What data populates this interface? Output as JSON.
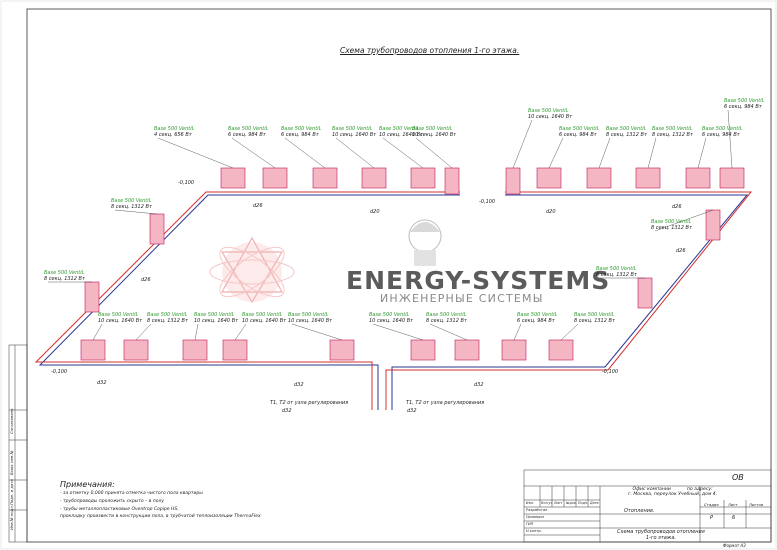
{
  "title": "Схема трубопроводов отопления 1-го этажа.",
  "watermark": {
    "brand": "ENERGY-SYSTEMS",
    "tagline": "ИНЖЕНЕРНЫЕ СИСТЕМЫ"
  },
  "radiators_top_left": [
    {
      "model": "Base 500 VentiL",
      "spec": "4 секц. 656 Вт"
    },
    {
      "model": "Base 500 VentiL",
      "spec": "6 секц. 984 Вт"
    },
    {
      "model": "Base 500 VentiL",
      "spec": "6 секц. 984 Вт"
    },
    {
      "model": "Base 500 VentiL",
      "spec": "10 секц. 1640 Вт"
    },
    {
      "model": "Base 500 VentiL",
      "spec": "10 секц. 1640 Вт"
    },
    {
      "model": "Base 500 VentiL",
      "spec": "10 секц. 1640 Вт"
    }
  ],
  "radiators_top_right": [
    {
      "model": "Base 500 VentiL",
      "spec": "10 секц. 1640 Вт"
    },
    {
      "model": "Base 500 VentiL",
      "spec": "6 секц. 984 Вт"
    },
    {
      "model": "Base 500 VentiL",
      "spec": "8 секц. 1312 Вт"
    },
    {
      "model": "Base 500 VentiL",
      "spec": "8 секц. 1312 Вт"
    },
    {
      "model": "Base 500 VentiL",
      "spec": "6 секц. 984 Вт"
    },
    {
      "model": "Base 500 VentiL",
      "spec": "6 секц. 984 Вт"
    }
  ],
  "radiators_left_side": [
    {
      "model": "Base 500 VentiL",
      "spec": "8 секц. 1312 Вт"
    },
    {
      "model": "Base 500 VentiL",
      "spec": "8 секц. 1312 Вт"
    }
  ],
  "radiators_right_side": [
    {
      "model": "Base 500 VentiL",
      "spec": "8 секц. 1312 Вт"
    },
    {
      "model": "Base 500 VentiL",
      "spec": "8 секц. 1312 Вт"
    }
  ],
  "radiators_bottom_left": [
    {
      "model": "Base 500 VentiL",
      "spec": "10 секц. 1640 Вт"
    },
    {
      "model": "Base 500 VentiL",
      "spec": "8 секц. 1312 Вт"
    },
    {
      "model": "Base 500 VentiL",
      "spec": "10 секц. 1640 Вт"
    },
    {
      "model": "Base 500 VentiL",
      "spec": "10 секц. 1640 Вт"
    },
    {
      "model": "Base 500 VentiL",
      "spec": "10 секц. 1640 Вт"
    }
  ],
  "radiators_bottom_right": [
    {
      "model": "Base 500 VentiL",
      "spec": "10 секц. 1640 Вт"
    },
    {
      "model": "Base 500 VentiL",
      "spec": "8 секц. 1312 Вт"
    },
    {
      "model": "Base 500 VentiL",
      "spec": "6 секц. 984 Вт"
    },
    {
      "model": "Base 500 VentiL",
      "spec": "8 секц. 1312 Вт"
    }
  ],
  "pipe_labels": {
    "d26": "d26",
    "d20": "d20",
    "d32": "d32",
    "elev_left": "-0,100",
    "elev_right": "-0,100",
    "elev_bl": "-0,100",
    "elev_br": "-0,100",
    "riser_left": "Т1, Т2 от узла регулирования",
    "riser_right": "Т1, Т2 от узла регулирования"
  },
  "notes": {
    "heading": "Примечания:",
    "items": [
      "- за отметку 0,000 принята отметка чистого пола квартиры",
      "- трубопроводы проложить скрыто – в полу",
      "- трубы металлопластиковые   Oventrop Copipe HS,",
      "  прокладку произвести в конструкции пола, в трубчатой теплоизоляции ThermaFlex"
    ]
  },
  "stamp": {
    "code": "ОВ",
    "address": "Офис компании           по адресу:\nг. Москва, переулок Учебный, дом 4.",
    "section": "Отопление.",
    "sheet_title": "Схема трубопроводов отопления\n1-го этажа.",
    "stage_h": "Стадия",
    "sheet_h": "Лист",
    "sheets_h": "Листов",
    "stage": "Р",
    "sheet": "6",
    "cols": [
      "Изм.",
      "Кол.уч",
      "Лист",
      "№док.",
      "Подп.",
      "Дата"
    ],
    "roles": [
      "Разработал",
      "Проверил",
      "ГИП",
      "Н.контр."
    ],
    "format": "Формат  А3"
  },
  "side_labels": [
    "Инв.№ подл.",
    "Подп. и дата",
    "Взам. инв.№",
    "Согласовано"
  ],
  "colors": {
    "radiator_fill": "#f4b6c2",
    "radiator_stroke": "#c2185b",
    "supply": "#d32f2f",
    "return": "#283593",
    "label_green": "#2e9a2e"
  }
}
